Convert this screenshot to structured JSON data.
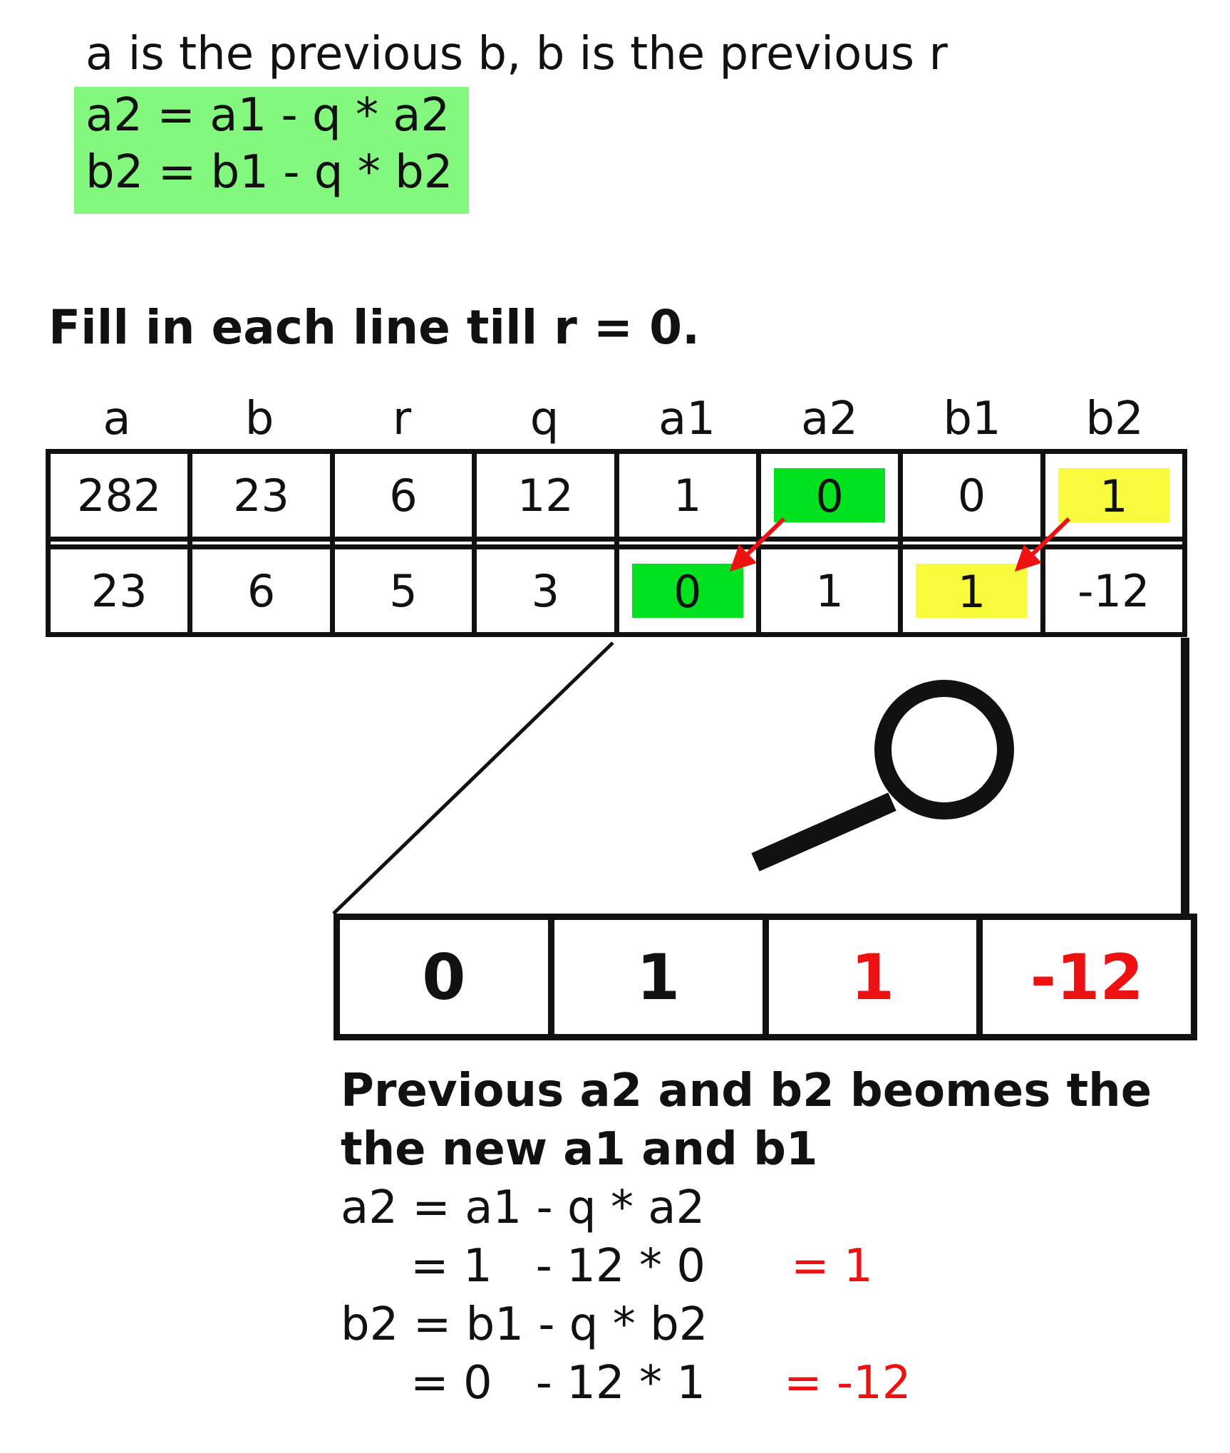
{
  "intro": "a is the previous b, b is the previous r",
  "formulas": [
    "a2 = a1 - q * a2",
    "b2 = b1 - q * b2"
  ],
  "instruction": "Fill in each line till r = 0.",
  "table": {
    "headers": [
      "a",
      "b",
      "r",
      "q",
      "a1",
      "a2",
      "b1",
      "b2"
    ],
    "rows": [
      [
        "282",
        "23",
        "6",
        "12",
        "1",
        "0",
        "0",
        "1"
      ],
      [
        "23",
        "6",
        "5",
        "3",
        "0",
        "1",
        "1",
        "-12"
      ]
    ],
    "highlight_colors": {
      "green": "#00e11f",
      "yellow": "#f8fa3c",
      "arrow": "#ee1111"
    }
  },
  "zoom": {
    "cells": [
      "0",
      "1",
      "1",
      "-12"
    ],
    "text_colors": [
      "#111111",
      "#111111",
      "#ee1111",
      "#ee1111"
    ]
  },
  "explanation": {
    "line1": "Previous a2 and b2 beomes the",
    "line2": "the new a1 and b1",
    "a2_formula": "a2 = a1 - q * a2",
    "a2_calc": "= 1   - 12 * 0",
    "a2_result": "= 1",
    "b2_formula": "b2 = b1 - q * b2",
    "b2_calc": "= 0   - 12 * 1",
    "b2_result": "= -12"
  }
}
